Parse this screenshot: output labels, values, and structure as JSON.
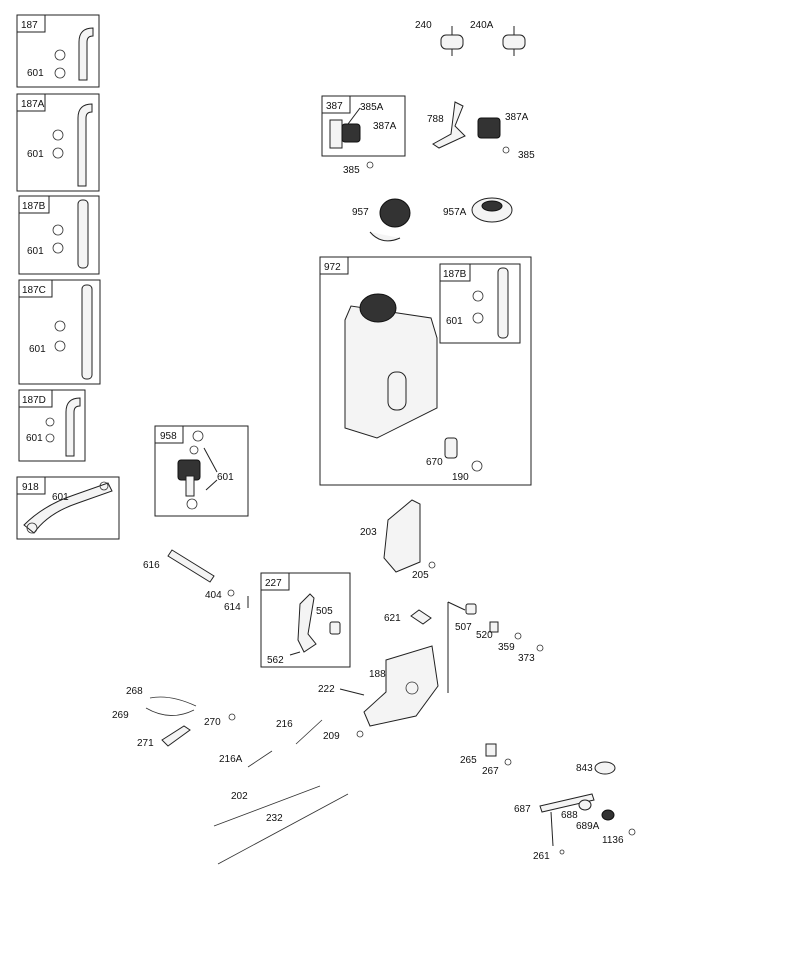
{
  "boxes": [
    {
      "id": "187",
      "callouts": [
        "601"
      ]
    },
    {
      "id": "187A",
      "callouts": [
        "601"
      ]
    },
    {
      "id": "187B",
      "callouts": [
        "601"
      ]
    },
    {
      "id": "187C",
      "callouts": [
        "601"
      ]
    },
    {
      "id": "187D",
      "callouts": [
        "601"
      ]
    },
    {
      "id": "918",
      "callouts": [
        "601"
      ]
    },
    {
      "id": "958",
      "callouts": [
        "601"
      ]
    },
    {
      "id": "387",
      "callouts": [
        "385A",
        "387A"
      ]
    },
    {
      "id": "972",
      "callouts": [
        "670",
        "190"
      ]
    },
    {
      "id": "187B",
      "callouts": [
        "601"
      ]
    },
    {
      "id": "227",
      "callouts": [
        "505",
        "562"
      ]
    }
  ],
  "labels": [
    "240",
    "240A",
    "788",
    "387A",
    "385",
    "385",
    "957",
    "957A",
    "616",
    "404",
    "614",
    "203",
    "205",
    "621",
    "507",
    "520",
    "359",
    "373",
    "188",
    "222",
    "268",
    "269",
    "270",
    "271",
    "216",
    "209",
    "216A",
    "202",
    "232",
    "265",
    "267",
    "843",
    "687",
    "688",
    "689A",
    "1136",
    "261"
  ]
}
